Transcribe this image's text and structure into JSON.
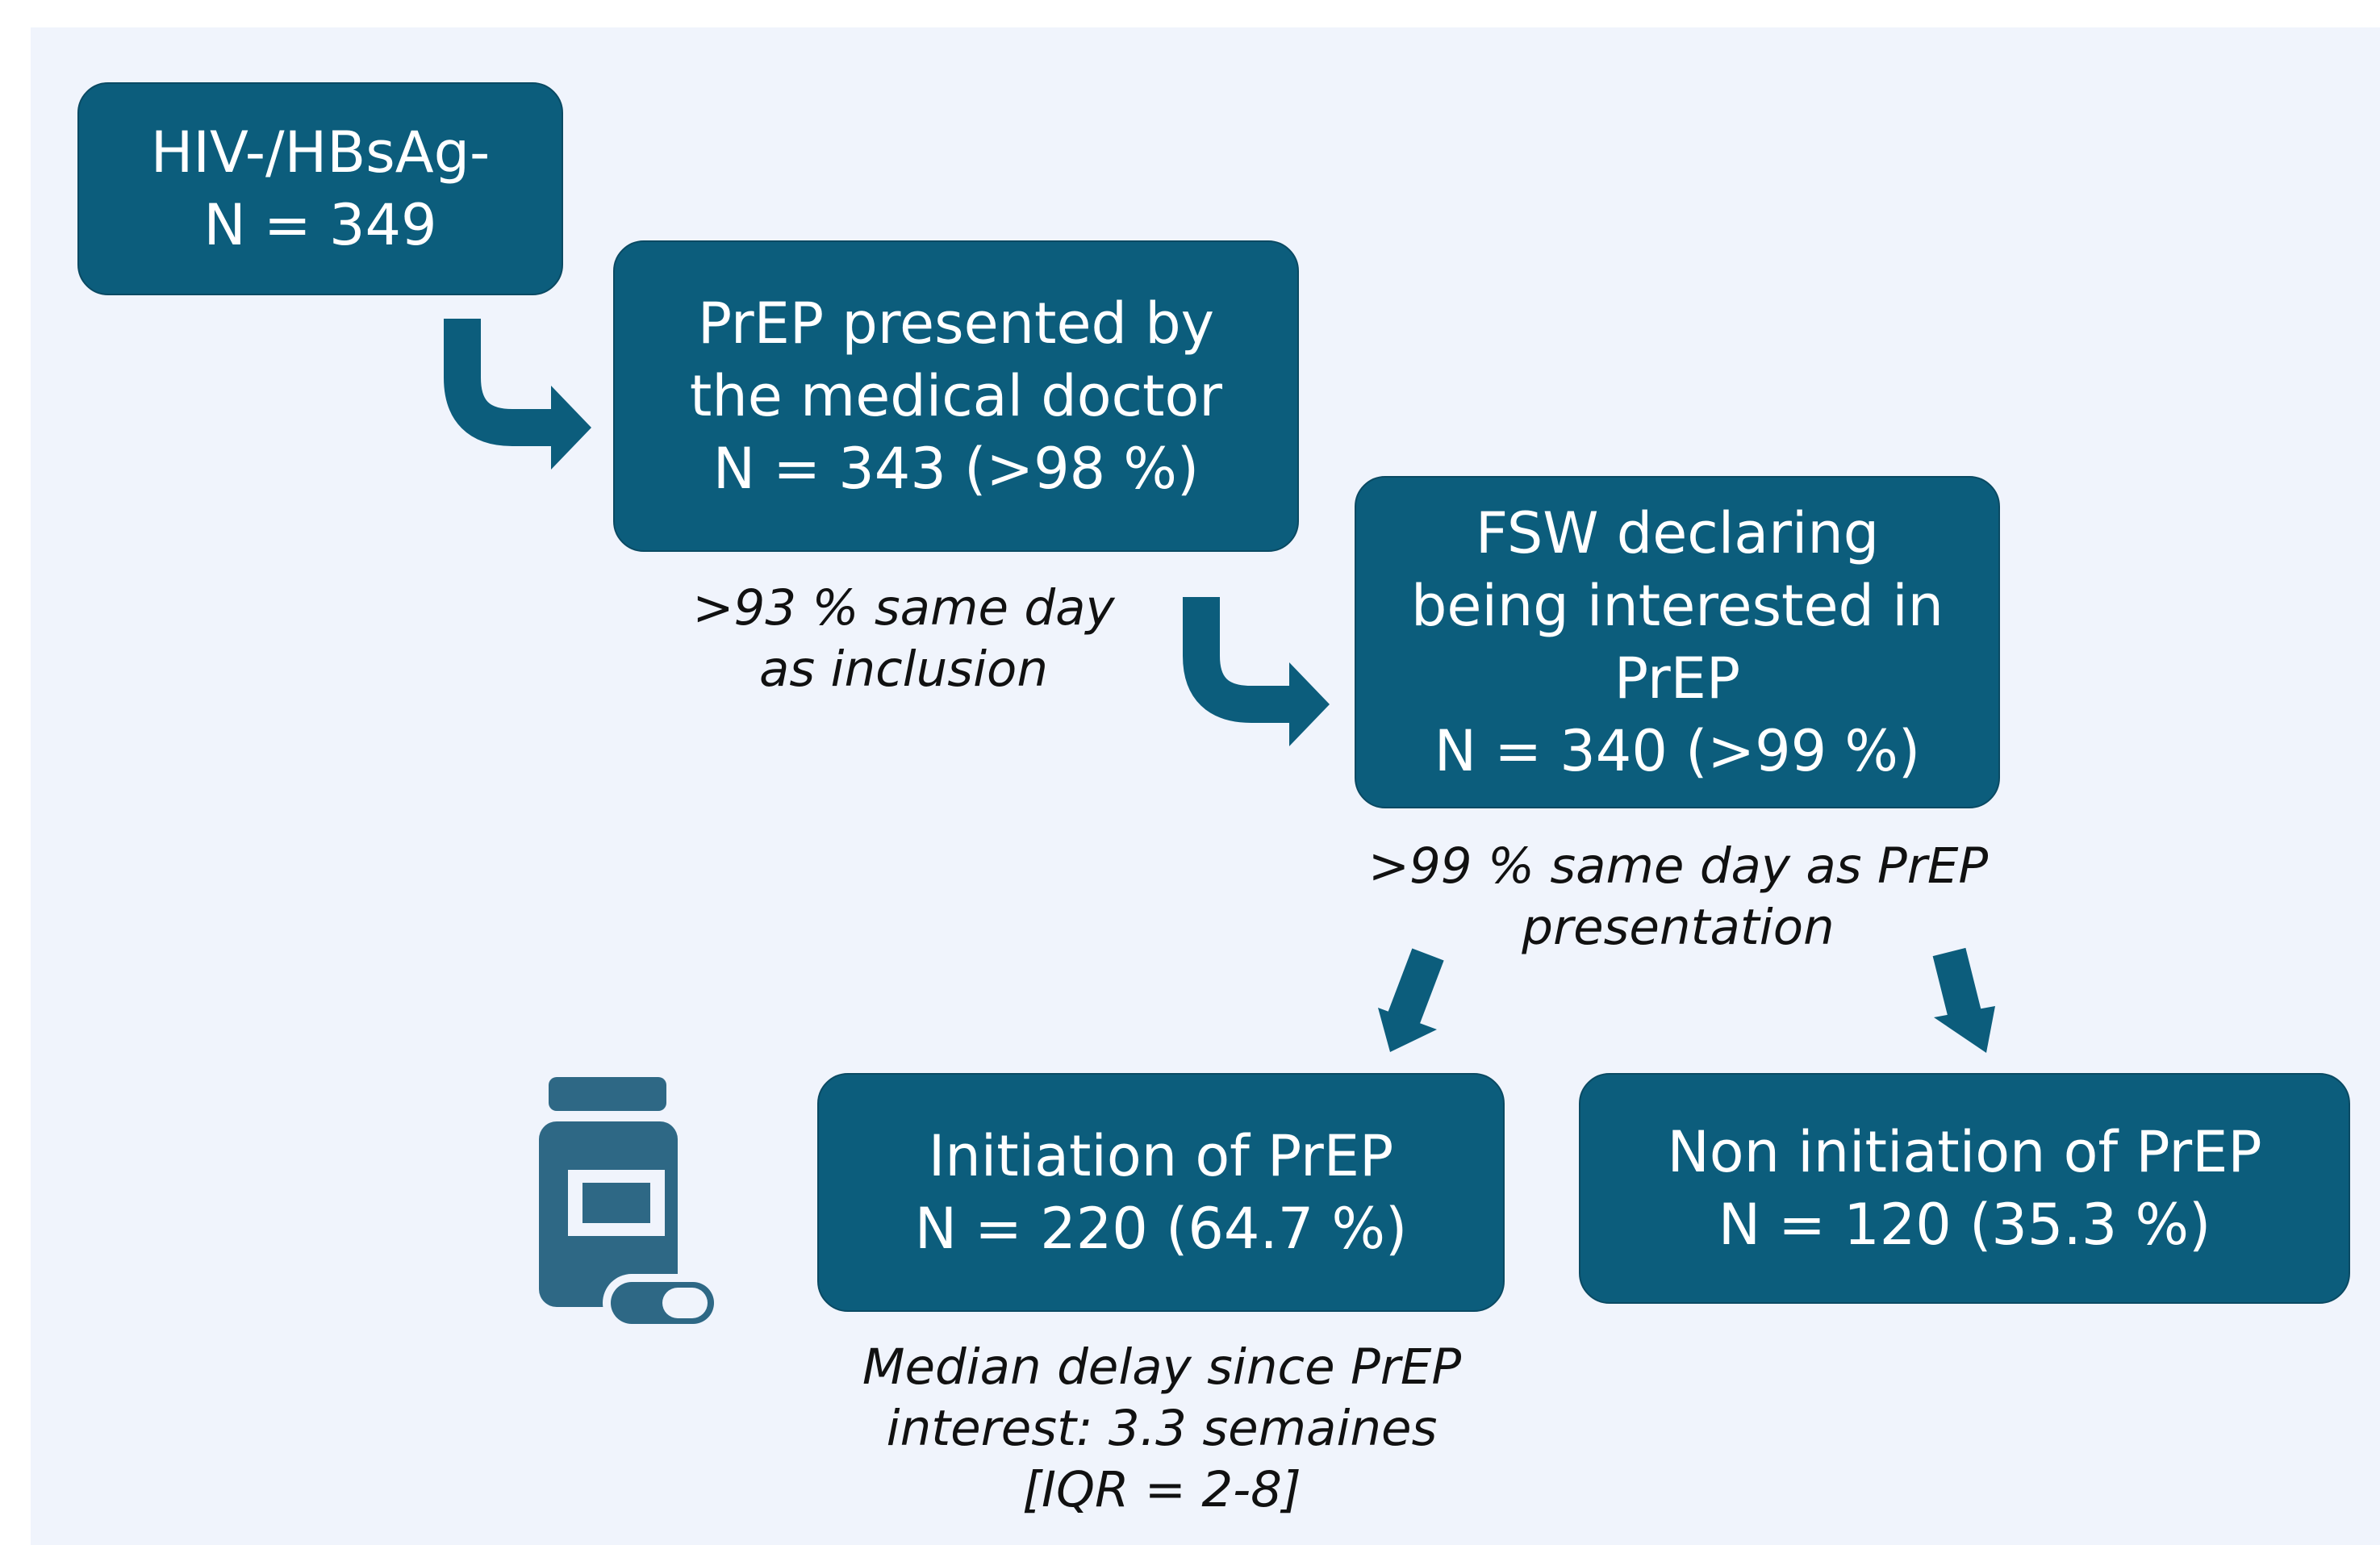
{
  "colors": {
    "box_fill": "#0c5d7c",
    "box_border": "#0a4a63",
    "arrow": "#0c5d7c",
    "icon": "#2e6885",
    "background": "#f0f4fc"
  },
  "boxes": {
    "screened": {
      "line1": "HIV-/HBsAg-",
      "line2": "N = 349"
    },
    "presented": {
      "line1": "PrEP presented by",
      "line2": "the medical doctor",
      "line3": "N = 343 (>98 %)"
    },
    "interested": {
      "line1": "FSW declaring",
      "line2": "being interested in",
      "line3": "PrEP",
      "line4": "N = 340 (>99 %)"
    },
    "initiation": {
      "line1": "Initiation of PrEP",
      "line2": "N = 220 (64.7 %)"
    },
    "non_initiation": {
      "line1": "Non initiation of PrEP",
      "line2": "N = 120 (35.3 %)"
    }
  },
  "notes": {
    "same_day_inclusion": {
      "line1": ">93 % same day",
      "line2": "as inclusion"
    },
    "same_day_presentation": {
      "line1": ">99 % same day as PrEP",
      "line2": "presentation"
    },
    "median_delay": {
      "line1": "Median delay since PrEP",
      "line2": "interest: 3.3 semaines",
      "line3": "[IQR = 2-8]"
    }
  },
  "icons": {
    "medication": "pill-bottle-icon"
  }
}
